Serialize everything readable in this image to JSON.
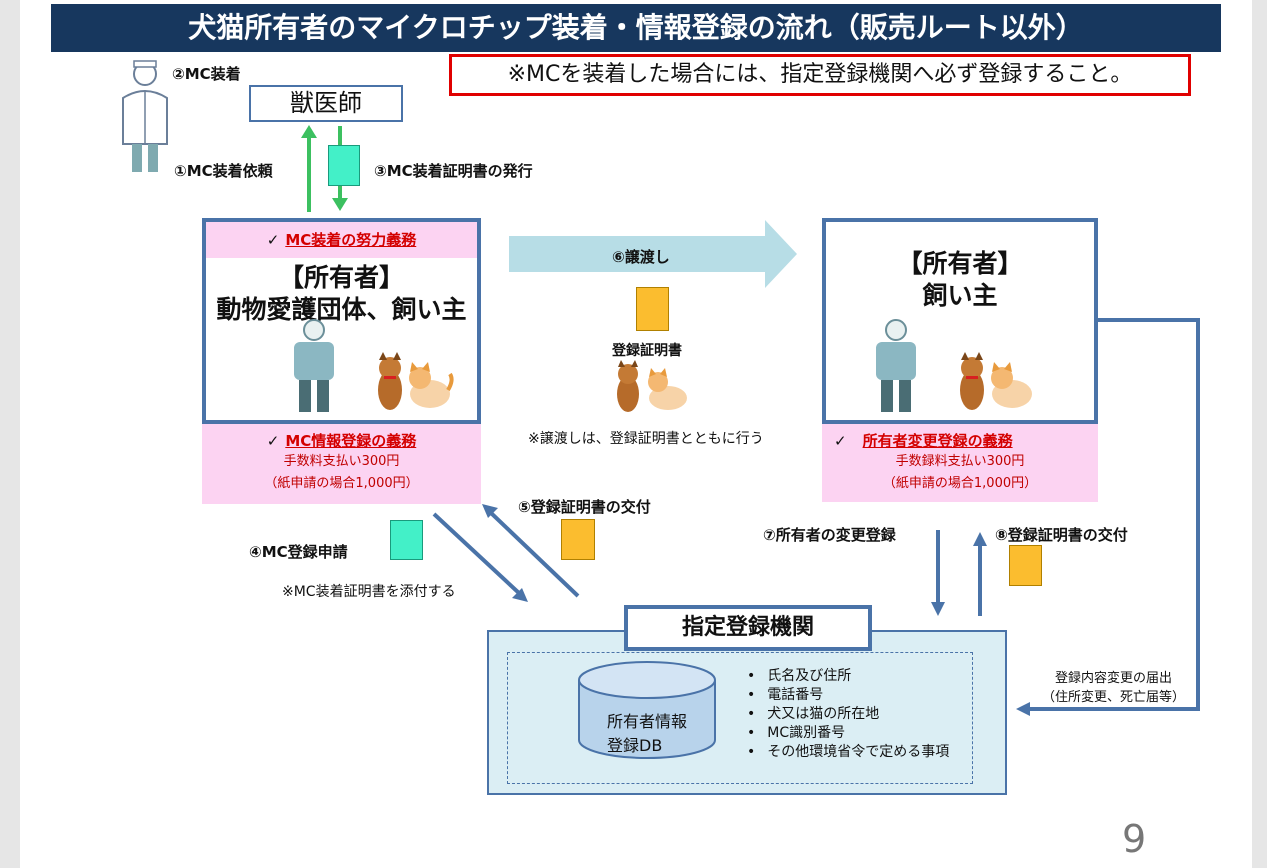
{
  "title": "犬猫所有者のマイクロチップ装着・情報登録の流れ（販売ルート以外）",
  "notice": "※MCを装着した場合には、指定登録機関へ必ず登録すること。",
  "vet": {
    "label": "獣医師",
    "step2": "②MC装着"
  },
  "step1": "①MC装着依頼",
  "step3": "③MC装着証明書の発行",
  "left_owner": {
    "effort_duty": "MC装着の努力義務",
    "heading": "【所有者】",
    "name": "動物愛護団体、飼い主",
    "reg_duty": "MC情報登録の義務",
    "fee": "手数料支払い300円",
    "fee_paper": "（紙申請の場合1,000円）"
  },
  "transfer": {
    "step6": "⑥譲渡し",
    "cert_label": "登録証明書",
    "note": "※譲渡しは、登録証明書とともに行う"
  },
  "right_owner": {
    "heading": "【所有者】",
    "name": "飼い主",
    "change_duty": "所有者変更登録の義務",
    "fee": "手数録料支払い300円",
    "fee_paper": "（紙申請の場合1,000円）"
  },
  "step4": "④MC登録申請",
  "step4_note": "※MC装着証明書を添付する",
  "step5": "⑤登録証明書の交付",
  "step7": "⑦所有者の変更登録",
  "step8": "⑧登録証明書の交付",
  "change_notice": {
    "line1": "登録内容変更の届出",
    "line2": "（住所変更、死亡届等）"
  },
  "agency": {
    "title": "指定登録機関",
    "db_line1": "所有者情報",
    "db_line2": "登録DB",
    "items": [
      "氏名及び住所",
      "電話番号",
      "犬又は猫の所在地",
      "MC識別番号",
      "その他環境省令で定める事項"
    ]
  },
  "check_mark": "✓",
  "page_number": "9",
  "colors": {
    "navy": "#17375e",
    "box_border": "#4a73a8",
    "pink": "#fcd3f2",
    "red": "#d40000",
    "arrow_green": "#3cc060",
    "arrow_light": "#b7dde6",
    "cert_yellow": "#fbbd2f",
    "cert_green": "#43f0c8"
  }
}
